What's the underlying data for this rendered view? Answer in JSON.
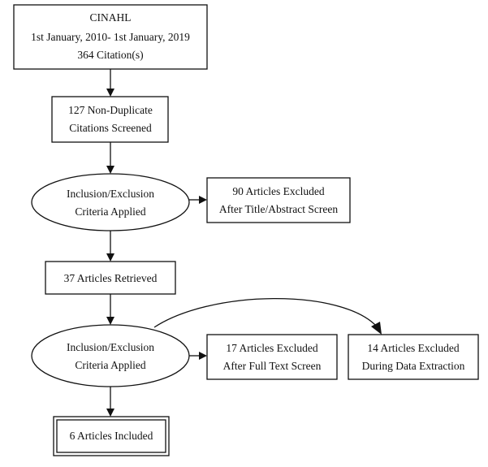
{
  "nodes": {
    "source": {
      "line1": "CINAHL",
      "line2": "1st January, 2010- 1st January, 2019",
      "line3": "364 Citation(s)"
    },
    "screened": {
      "line1": "127 Non-Duplicate",
      "line2": "Citations Screened"
    },
    "criteria_1": {
      "line1": "Inclusion/Exclusion",
      "line2": "Criteria Applied"
    },
    "excluded_title_abstract": {
      "line1": "90 Articles Excluded",
      "line2": "After Title/Abstract Screen"
    },
    "retrieved": {
      "line1": "37 Articles Retrieved"
    },
    "criteria_2": {
      "line1": "Inclusion/Exclusion",
      "line2": "Criteria Applied"
    },
    "excluded_full_text": {
      "line1": "17 Articles Excluded",
      "line2": "After Full Text Screen"
    },
    "excluded_data_extraction": {
      "line1": "14 Articles Excluded",
      "line2": "During Data Extraction"
    },
    "included": {
      "line1": "6 Articles Included"
    }
  },
  "edges": [
    {
      "from": "source",
      "to": "screened"
    },
    {
      "from": "screened",
      "to": "criteria_1"
    },
    {
      "from": "criteria_1",
      "to": "excluded_title_abstract"
    },
    {
      "from": "criteria_1",
      "to": "retrieved"
    },
    {
      "from": "retrieved",
      "to": "criteria_2"
    },
    {
      "from": "criteria_2",
      "to": "excluded_full_text"
    },
    {
      "from": "criteria_2",
      "to": "excluded_data_extraction"
    },
    {
      "from": "criteria_2",
      "to": "included"
    }
  ]
}
